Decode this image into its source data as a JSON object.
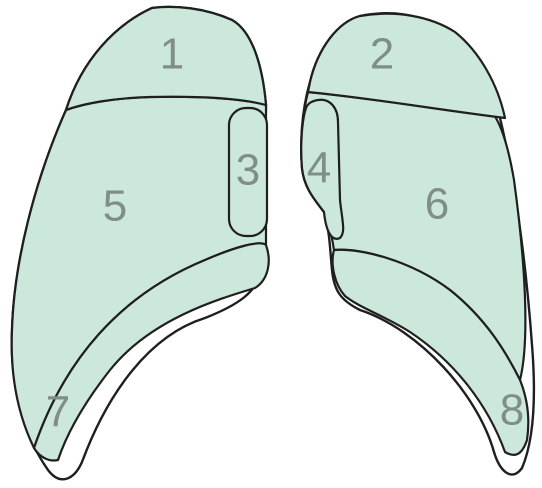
{
  "colors": {
    "segment_fill": "#cce8da",
    "outline": "#1f1f1f",
    "label": "#7f8f86",
    "background": "#ffffff"
  },
  "segments": [
    {
      "id": "1",
      "label": "1"
    },
    {
      "id": "2",
      "label": "2"
    },
    {
      "id": "3",
      "label": "3"
    },
    {
      "id": "4",
      "label": "4"
    },
    {
      "id": "5",
      "label": "5"
    },
    {
      "id": "6",
      "label": "6"
    },
    {
      "id": "7",
      "label": "7"
    },
    {
      "id": "8",
      "label": "8"
    }
  ]
}
